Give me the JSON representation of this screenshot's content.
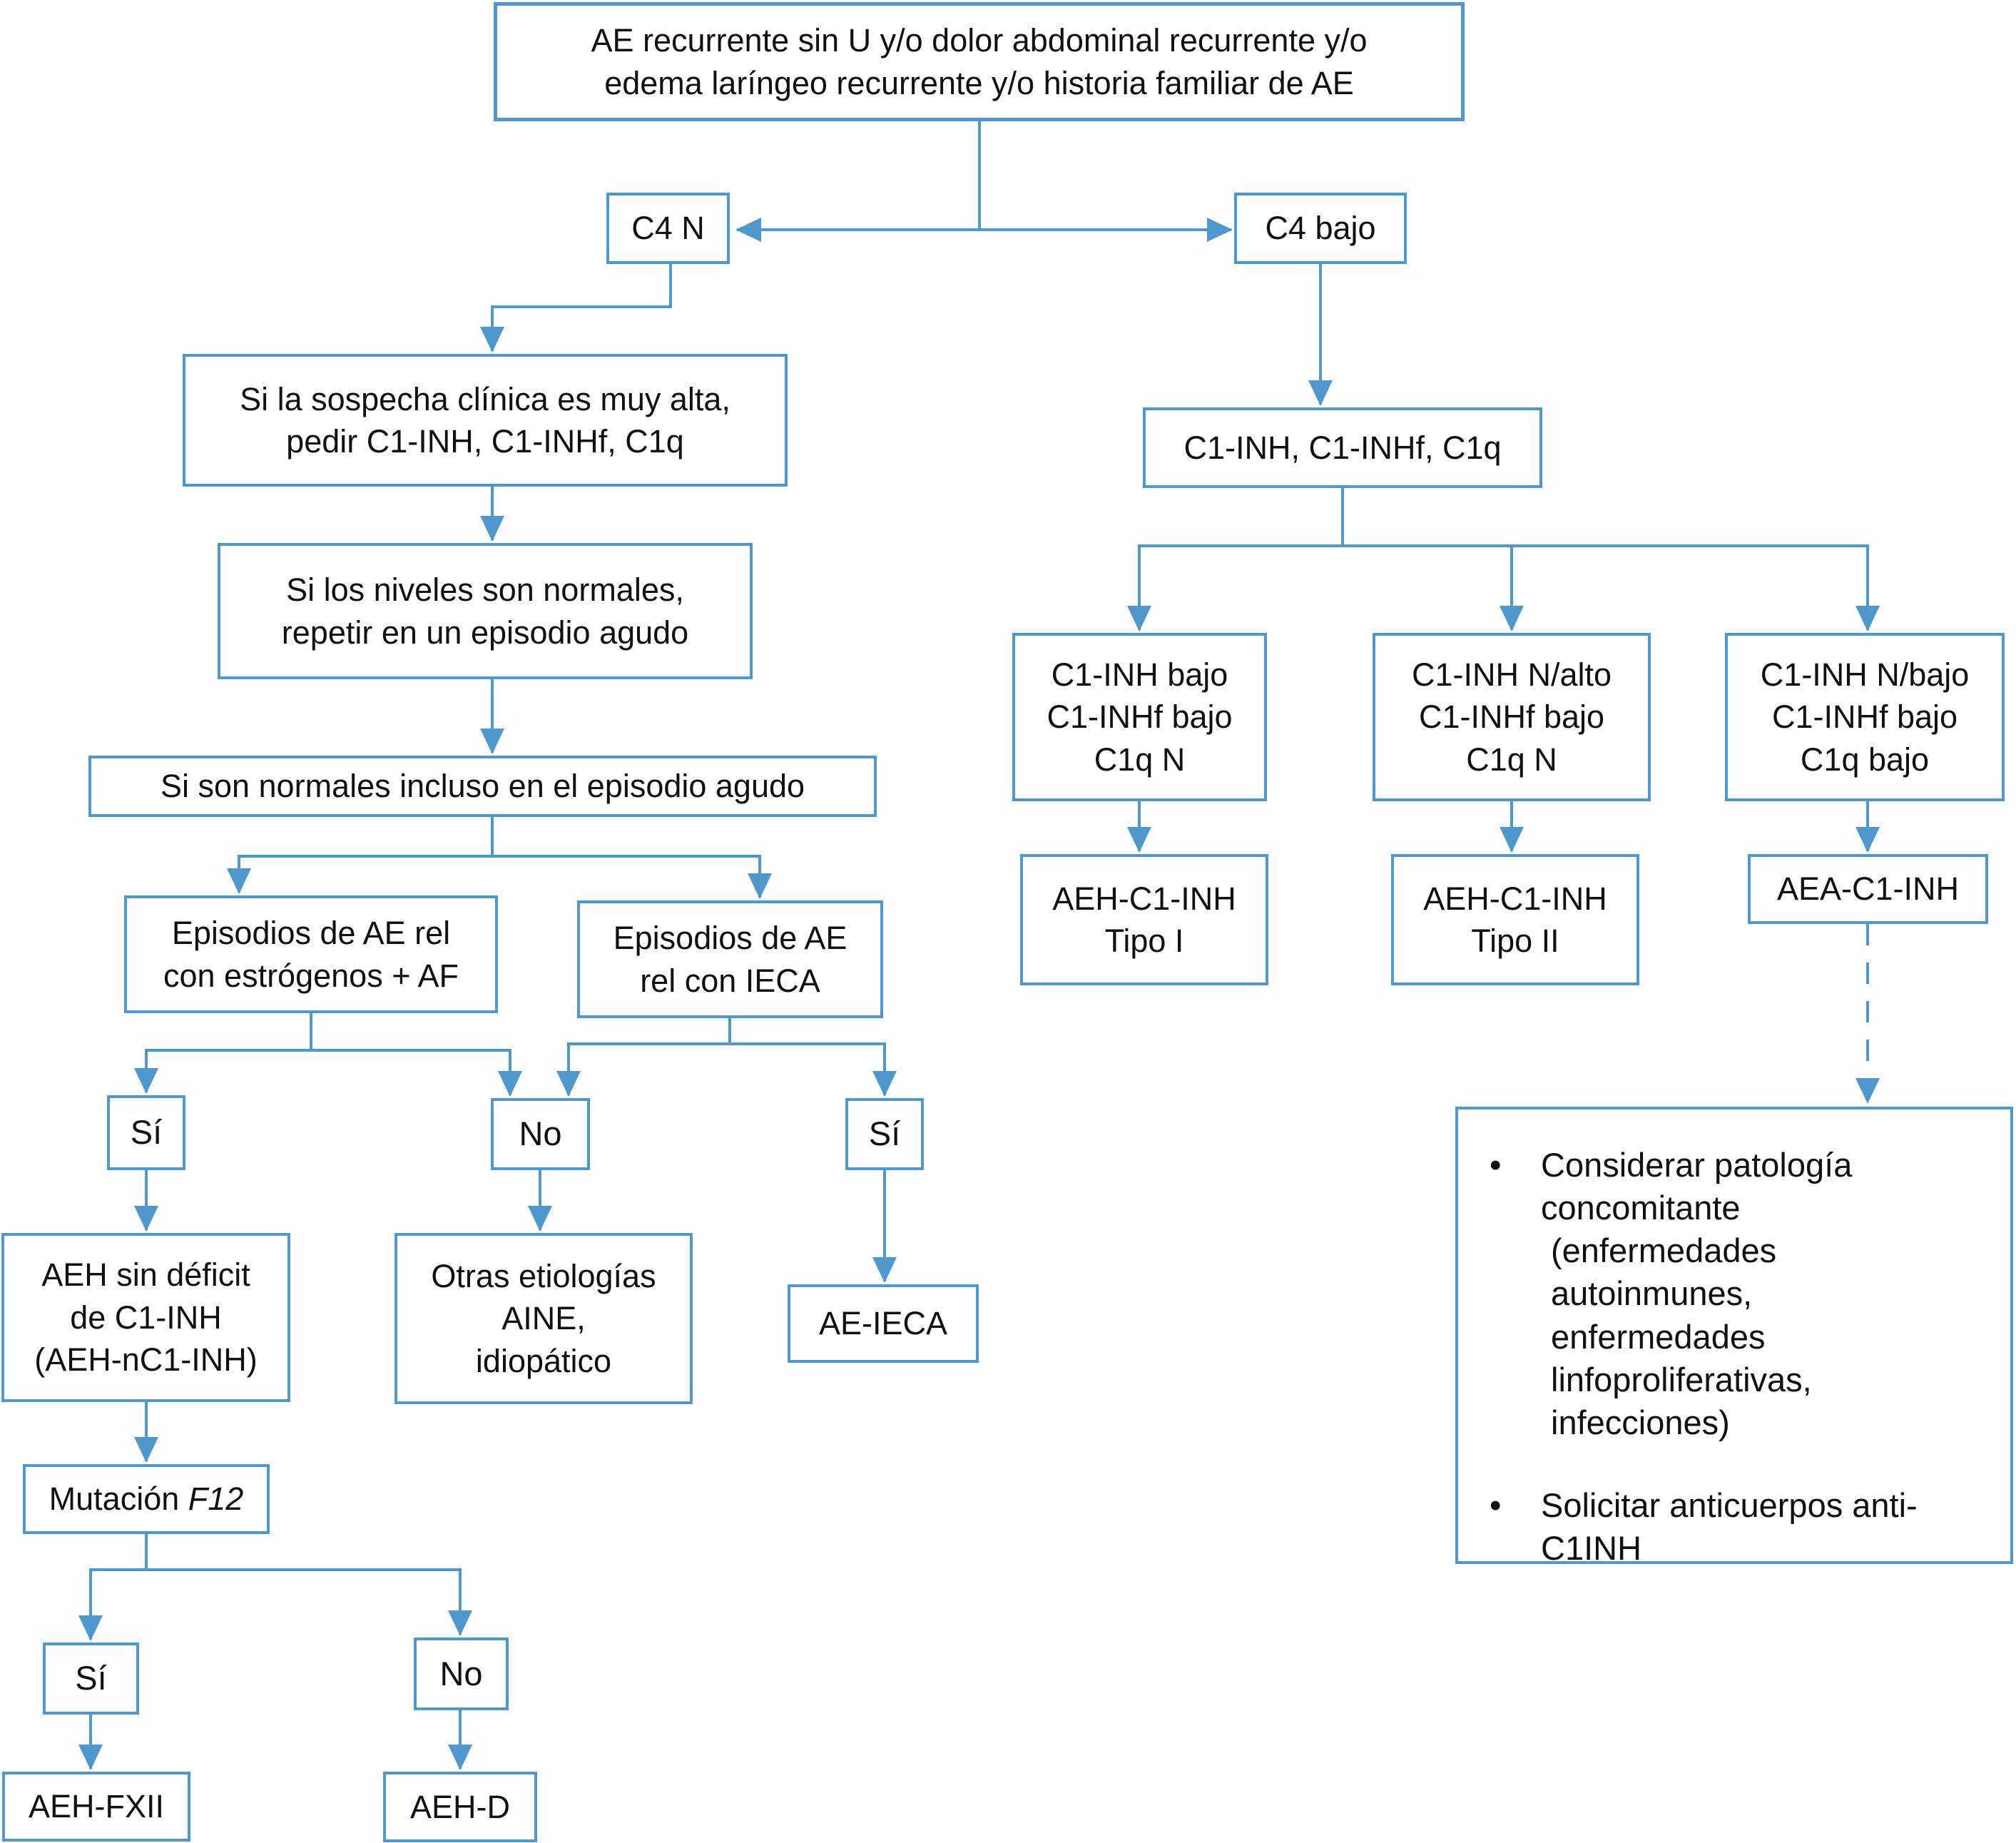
{
  "colors": {
    "accent": "#4F98CE",
    "text": "#111111",
    "background": "#FFFFFF"
  },
  "nodes": {
    "root": {
      "lines": [
        "AE recurrente sin U y/o dolor abdominal recurrente y/o",
        "edema laríngeo recurrente y/o historia familiar de AE"
      ]
    },
    "c4n": {
      "label": "C4 N"
    },
    "c4bajo": {
      "label": "C4 bajo"
    },
    "sospecha": {
      "lines": [
        "Si la sospecha clínica es muy alta,",
        "pedir C1-INH, C1-INHf, C1q"
      ]
    },
    "niveles": {
      "lines": [
        "Si los niveles son normales,",
        "repetir en un episodio agudo"
      ]
    },
    "agudo": {
      "label": "Si son normales incluso en el episodio agudo"
    },
    "estrogenos": {
      "lines": [
        "Episodios de AE rel",
        "con estrógenos + AF"
      ]
    },
    "ieca": {
      "lines": [
        "Episodios de AE",
        "rel con IECA"
      ]
    },
    "si1": {
      "label": "Sí"
    },
    "no1": {
      "label": "No"
    },
    "si2": {
      "label": "Sí"
    },
    "aeh_ncinh": {
      "lines": [
        "AEH sin déficit",
        "de C1-INH",
        "(AEH-nC1-INH)"
      ]
    },
    "otras": {
      "lines": [
        "Otras etiologías",
        "AINE,",
        "idiopático"
      ]
    },
    "ae_ieca": {
      "label": "AE-IECA"
    },
    "mutacion": {
      "prefix": "Mutación ",
      "gene": "F12"
    },
    "si3": {
      "label": "Sí"
    },
    "no2": {
      "label": "No"
    },
    "aeh_fxii": {
      "label": "AEH-FXII"
    },
    "aeh_d": {
      "label": "AEH-D"
    },
    "c1inh_panel": {
      "label": "C1-INH, C1-INHf, C1q"
    },
    "tipo1_criteria": {
      "lines": [
        "C1-INH bajo",
        "C1-INHf bajo",
        "C1q N"
      ]
    },
    "tipo2_criteria": {
      "lines": [
        "C1-INH N/alto",
        "C1-INHf bajo",
        "C1q N"
      ]
    },
    "adquirido_criteria": {
      "lines": [
        "C1-INH N/bajo",
        "C1-INHf bajo",
        "C1q bajo"
      ]
    },
    "aeh_tipo1": {
      "lines": [
        "AEH-C1-INH",
        "Tipo I"
      ]
    },
    "aeh_tipo2": {
      "lines": [
        "AEH-C1-INH",
        "Tipo II"
      ]
    },
    "aea": {
      "label": "AEA-C1-INH"
    },
    "recomendaciones": {
      "bullet_char": "•",
      "bullet1_lines": [
        "Considerar patología",
        "concomitante",
        "(enfermedades",
        "autoinmunes,",
        "enfermedades",
        "linfoproliferativas,",
        "infecciones)"
      ],
      "bullet2_lines": [
        "Solicitar anticuerpos anti-",
        "C1INH"
      ]
    }
  }
}
